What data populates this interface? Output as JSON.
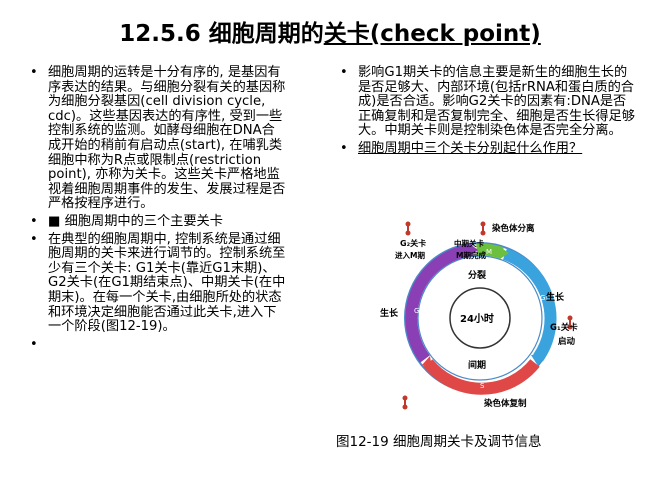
{
  "title": {
    "prefix": "12.5.6 细胞周期的",
    "keyword": "关卡(check point)"
  },
  "left_items": [
    "细胞周期的运转是十分有序的, 是基因有序表达的结果。与细胞分裂有关的基因称为细胞分裂基因(cell division cycle, cdc)。这些基因表达的有序性, 受到一些控制系统的监测。如酵母细胞在DNA合成开始的稍前有启动点(start), 在哺乳类细胞中称为R点或限制点(restriction point), 亦称为关卡。这些关卡严格地监视着细胞周期事件的发生、发展过程是否严格按程序进行。",
    "■ 细胞周期中的三个主要关卡",
    "在典型的细胞周期中, 控制系统是通过细胞周期的关卡来进行调节的。控制系统至少有三个关卡: G1关卡(靠近G1末期)、G2关卡(在G1期结束点)、中期关卡(在中期末)。在每一个关卡,由细胞所处的状态和环境决定细胞能否通过此关卡,进入下一个阶段(图12-19)。",
    ""
  ],
  "right_items": [
    "影响G1期关卡的信息主要是新生的细胞生长的是否足够大、内部环境(包括rRNA和蛋白质的合成)是否合适。影响G2关卡的因素有:DNA是否正确复制和是否复制完全、细胞是否生长得足够大。中期关卡则是控制染色体是否完全分离。",
    "细胞周期中三个关卡分别起什么作用？"
  ],
  "figure": {
    "labels": {
      "g2_checkpoint": "G₂关卡",
      "enter_m": "进入M期",
      "metaphase_checkpoint": "中期关卡",
      "m_complete": "M期完成",
      "chromosome_separation": "染色体分离",
      "growth_left": "生长",
      "growth_right": "生长",
      "g1_checkpoint": "G₁关卡",
      "start": "启动",
      "division": "分裂",
      "hours": "24小时",
      "interphase": "间期",
      "chromosome_replication": "染色体复制",
      "m_phase": "M",
      "g1_phase": "G₁",
      "s_phase": "S",
      "g2_phase": "G₂"
    },
    "colors": {
      "m_arc": "#6dbf3f",
      "g1_arc": "#3aa3dd",
      "s_arc": "#e04848",
      "g2_arc": "#8b3fb5",
      "outer_ring": "#4a8ac8",
      "marker": "#c0392b"
    }
  },
  "caption": "图12-19 细胞周期关卡及调节信息"
}
